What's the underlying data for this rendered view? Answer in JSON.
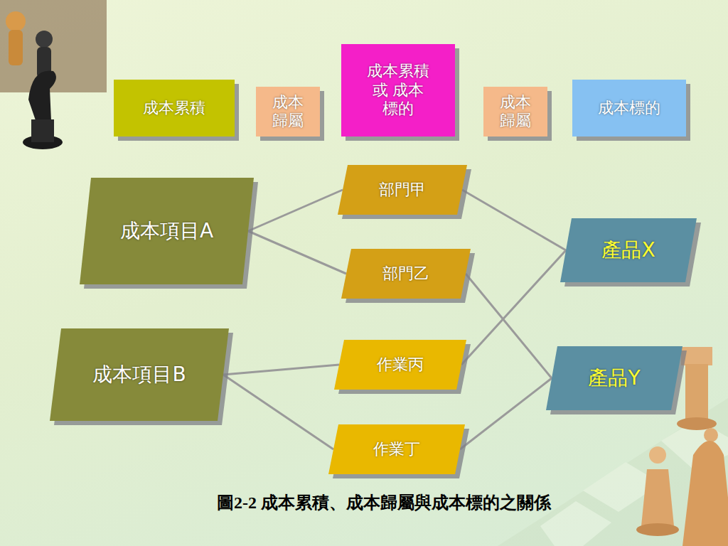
{
  "diagram": {
    "caption": "圖2-2 成本累積、成本歸屬與成本標的之關係",
    "nodes": [
      {
        "text": [
          "成本累積"
        ]
      },
      {
        "text": [
          "成本 歸屬"
        ]
      },
      {
        "text": [
          "成本累積 或 成本標的"
        ]
      },
      {
        "text": [
          "成本 歸屬"
        ]
      },
      {
        "text": [
          "成本標的"
        ]
      },
      {
        "text": [
          "成本項目A"
        ]
      },
      {
        "text": [
          "成本項目B"
        ]
      },
      {
        "text": [
          "部門甲"
        ]
      },
      {
        "text": [
          "部門乙"
        ]
      },
      {
        "text": [
          "作業丙"
        ]
      },
      {
        "text": [
          "作業丁"
        ]
      },
      {
        "text": [
          "產品X"
        ]
      },
      {
        "text": [
          "產品Y"
        ]
      }
    ],
    "edges": [
      {
        "from": 5,
        "to": 7,
        "arrow": "none"
      },
      {
        "from": 5,
        "to": 8,
        "arrow": "none"
      },
      {
        "from": 6,
        "to": 9,
        "arrow": "none"
      },
      {
        "from": 6,
        "to": 10,
        "arrow": "none"
      },
      {
        "from": 7,
        "to": 11,
        "arrow": "none"
      },
      {
        "from": 8,
        "to": 12,
        "arrow": "none"
      },
      {
        "from": 9,
        "to": 11,
        "arrow": "none"
      },
      {
        "from": 10,
        "to": 12,
        "arrow": "none"
      }
    ]
  }
}
